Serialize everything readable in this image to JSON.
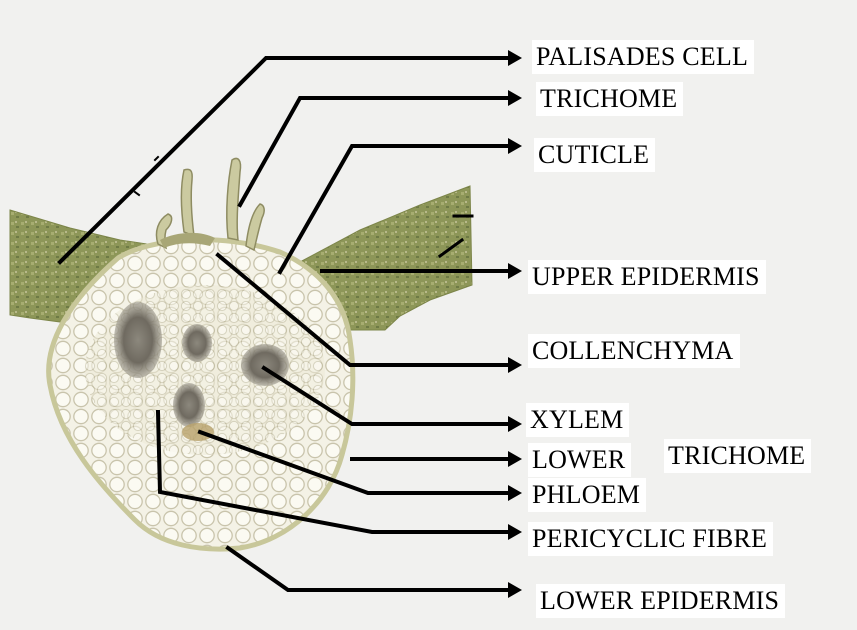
{
  "labels": {
    "palisades_cell": "PALISADES CELL",
    "trichome_top": "TRICHOME",
    "cuticle": "CUTICLE",
    "upper_epidermis": "UPPER EPIDERMIS",
    "collenchyma": "COLLENCHYMA",
    "xylem": "XYLEM",
    "lower": "LOWER",
    "trichome_lower": "TRICHOME",
    "phloem": "PHLOEM",
    "pericyclic_fibre": "PERICYCLIC FIBRE",
    "lower_epidermis": "LOWER EPIDERMIS"
  },
  "colors": {
    "background": "#f1f1ef",
    "label_bg": "#ffffff",
    "line": "#000000",
    "wing_tissue": "#8d9658",
    "ground_tissue": "#f4f2e6",
    "cell_wall": "#c9c4ac",
    "vascular_bundle": "#6f6a60",
    "epidermis": "#c8c79a"
  }
}
